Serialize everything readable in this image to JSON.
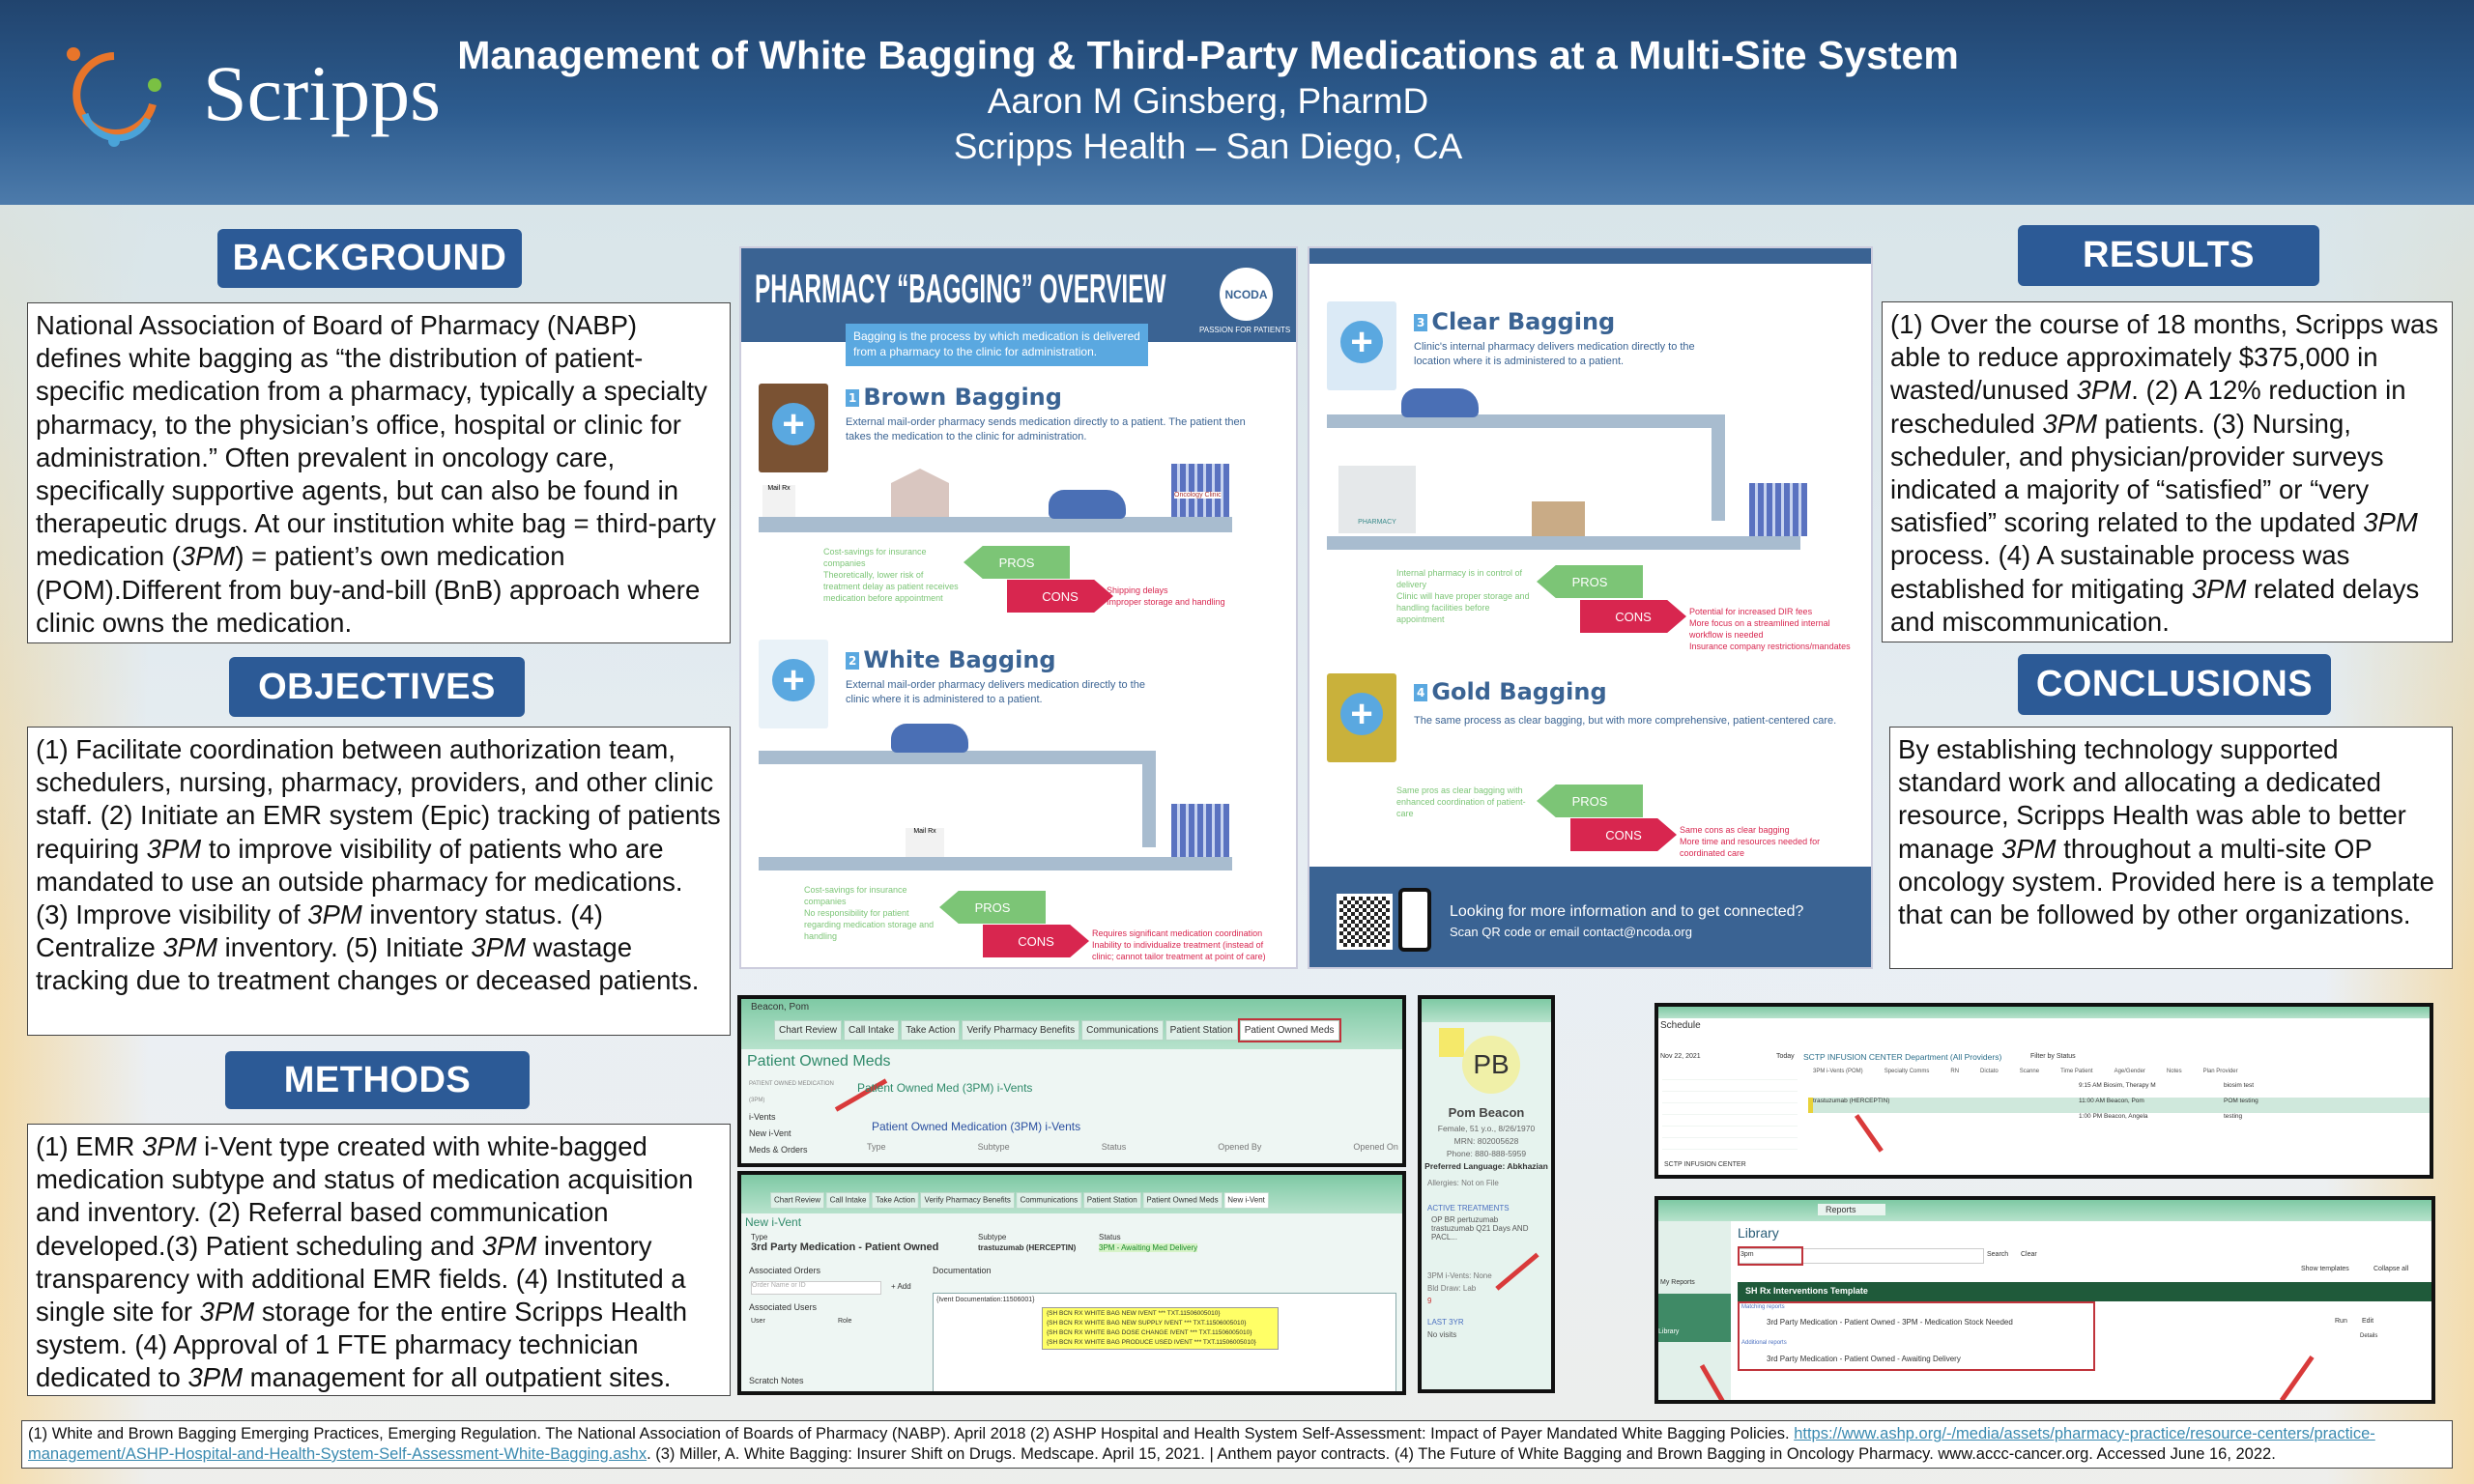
{
  "header": {
    "title": "Management of White Bagging & Third-Party Medications at a Multi-Site System",
    "author": "Aaron M Ginsberg, PharmD",
    "institution": "Scripps Health – San Diego, CA",
    "logo_text": "Scripps"
  },
  "background": {
    "heading": "BACKGROUND",
    "body": "National Association of Board of Pharmacy (NABP) defines white bagging as “the distribution of patient-specific medication from a pharmacy, typically a specialty pharmacy, to the physician’s office, hospital or clinic for administration.” Often prevalent in oncology care, specifically supportive agents, but can also be found in therapeutic drugs. At our institution white bag = third-party medication (3PM) = patient’s own medication (POM).Different from buy-and-bill (BnB) approach where clinic owns the medication."
  },
  "objectives": {
    "heading": "OBJECTIVES",
    "body": "(1) Facilitate coordination between authorization team, schedulers, nursing, pharmacy, providers, and other clinic staff. (2) Initiate an EMR system (Epic) tracking of patients requiring 3PM to improve visibility of patients who are mandated to use an outside pharmacy for medications. (3) Improve visibility of 3PM inventory status. (4) Centralize 3PM inventory. (5) Initiate 3PM wastage tracking due to treatment changes or deceased patients."
  },
  "methods": {
    "heading": "METHODS",
    "body": "(1) EMR 3PM i-Vent type created with white-bagged medication subtype and status of medication acquisition and inventory. (2) Referral based communication developed.(3) Patient scheduling and 3PM inventory transparency with additional EMR fields. (4) Instituted a single site for 3PM storage for the entire Scripps Health system. (4) Approval of 1 FTE pharmacy technician dedicated to 3PM management for all outpatient sites."
  },
  "results": {
    "heading": "RESULTS",
    "body": "(1) Over the course of 18 months, Scripps was able to reduce approximately $375,000 in wasted/unused 3PM. (2) A 12% reduction in rescheduled 3PM patients. (3) Nursing, scheduler, and physician/provider surveys indicated a majority of “satisfied” or “very satisfied” scoring related to the updated 3PM process. (4) A sustainable process was established for mitigating 3PM related delays and miscommunication."
  },
  "conclusions": {
    "heading": "CONCLUSIONS",
    "body": "By establishing technology supported standard work and allocating a dedicated resource, Scripps Health was able to better manage 3PM throughout a multi-site OP oncology system. Provided here is a template that can be followed by other organizations."
  },
  "infographic": {
    "title": "PHARMACY “BAGGING” OVERVIEW",
    "badge": "NCODA",
    "badge_tagline": "PASSION FOR PATIENTS",
    "intro": "Bagging is the process by which medication is delivered from a pharmacy to the clinic for administration.",
    "pros_label": "PROS",
    "cons_label": "CONS",
    "mail_label": "Mail Rx",
    "clinic_label": "Oncology Clinic",
    "pharmacy_label": "PHARMACY",
    "sections": [
      {
        "num": "1",
        "name": "Brown Bagging",
        "desc": "External mail-order pharmacy sends medication directly to a patient. The patient then takes the medication to the clinic for administration.",
        "pros": [
          "Cost-savings for insurance companies",
          "Theoretically, lower risk of treatment delay as patient receives medication before appointment"
        ],
        "cons": [
          "Shipping delays",
          "Improper storage and handling"
        ]
      },
      {
        "num": "2",
        "name": "White Bagging",
        "desc": "External mail-order pharmacy delivers medication directly to the clinic where it is administered to a patient.",
        "pros": [
          "Cost-savings for insurance companies",
          "No responsibility for patient regarding medication storage and handling"
        ],
        "cons": [
          "Requires significant medication coordination",
          "Inability to individualize treatment (instead of clinic; cannot tailor treatment at point of care)"
        ]
      },
      {
        "num": "3",
        "name": "Clear Bagging",
        "desc": "Clinic's internal pharmacy delivers medication directly to the location where it is administered to a patient.",
        "pros": [
          "Internal pharmacy is in control of delivery",
          "Clinic will have proper storage and handling facilities before appointment"
        ],
        "cons": [
          "Potential for increased DIR fees",
          "More focus on a streamlined internal workflow is needed",
          "Insurance company restrictions/mandates"
        ]
      },
      {
        "num": "4",
        "name": "Gold Bagging",
        "desc": "The same process as clear bagging, but with more comprehensive, patient-centered care.",
        "pros": [
          "Same pros as clear bagging with enhanced coordination of patient-care"
        ],
        "cons": [
          "Same cons as clear bagging",
          "More time and resources needed for coordinated care"
        ]
      }
    ],
    "footer_q": "Looking for more information and to get connected?",
    "footer_a": "Scan QR code or email contact@ncoda.org"
  },
  "screens": {
    "patient_tab": "Beacon, Pom",
    "tabs": [
      "Chart Review",
      "Call Intake",
      "Take Action",
      "Verify Pharmacy Benefits",
      "Communications",
      "Patient Station",
      "Patient Owned Meds"
    ],
    "pom_title": "Patient Owned Meds",
    "pom_side": [
      "PATIENT OWNED MEDICATION (3PM)",
      "i-Vents",
      "New i-Vent",
      "Meds & Orders"
    ],
    "pom_h1": "Patient Owned Med (3PM) i-Vents",
    "pom_h2": "Patient Owned Medication (3PM) i-Vents",
    "pom_cols": [
      "Type",
      "Subtype",
      "Status",
      "Opened By",
      "Opened On"
    ],
    "ivent_tab": "New i-Vent",
    "ivent_title": "New i-Vent",
    "type_label": "Type",
    "type_value": "3rd Party Medication - Patient Owned",
    "subtype_label": "Subtype",
    "subtype_value": "trastuzumab (HERCEPTIN)",
    "status_label": "Status",
    "status_value": "3PM - Awaiting Med Delivery",
    "assoc_orders": "Associated Orders",
    "order_placeholder": "Order Name or ID",
    "add": "+ Add",
    "assoc_users": "Associated Users",
    "user": "User",
    "role": "Role",
    "scratch": "Scratch Notes",
    "documentation": "Documentation",
    "doc_text": "{Ivent Documentation:11506001}",
    "smartlist": [
      "{SH BCN RX WHITE BAG NEW IVENT *** TXT.11506005010}",
      "{SH BCN RX WHITE BAG NEW SUPPLY IVENT *** TXT.11506005010}",
      "{SH BCN RX WHITE BAG DOSE CHANGE IVENT *** TXT.11506005010}",
      "{SH BCN RX WHITE BAG PRODUCE USED IVENT *** TXT.11506005010}"
    ],
    "avatar": "PB",
    "name": "Pom Beacon",
    "demo": "Female, 51 y.o., 8/26/1970",
    "mrn": "MRN: 802005628",
    "phone": "Phone: 880-888-5959",
    "lang": "Preferred Language: Abkhazian",
    "allergies": "Allergies: Not on File",
    "active": "ACTIVE TREATMENTS",
    "treatment": "OP BR pertuzumab trastuzumab Q21 Days AND PACL...",
    "ivents": "3PM i-Vents: None",
    "bld": "Bld Draw: Lab",
    "badge_count": "9",
    "last": "LAST 3YR",
    "visits": "No visits",
    "schedule": "Schedule",
    "sched_date": "Nov 22, 2021",
    "today": "Today",
    "dept": "SCTP INFUSION CENTER Department (All Providers)",
    "filter": "Filter by Status",
    "sched_cols": [
      "3PM i-Vents (POM)",
      "Specialty Comms",
      "RN",
      "Dictato",
      "Scanne",
      "Time Patient",
      "Age/Gender",
      "Notes",
      "Plan Provider"
    ],
    "sched_rows": [
      [
        "",
        "9:15 AM Biosim, Therapy M",
        "biosim test"
      ],
      [
        "trastuzumab (HERCEPTIN)",
        "11:00 AM Beacon, Pom",
        "POM testing"
      ],
      [
        "",
        "1:00 PM Beacon, Angela",
        "testing"
      ]
    ],
    "dept_field": "SCTP INFUSION CENTER",
    "reports_tab": "Reports",
    "library": "Library",
    "search_value": "3pm",
    "search_btn": "Search",
    "clear_btn": "Clear",
    "show_templates": "Show templates",
    "collapse": "Collapse all",
    "my_reports": "My Reports",
    "library_nav": "Library",
    "template": "SH Rx Interventions Template",
    "matching": "Matching reports",
    "report1": "3rd Party Medication - Patient Owned - 3PM - Medication Stock Needed",
    "additional": "Additional reports",
    "report2": "3rd Party Medication - Patient Owned - Awaiting Delivery",
    "run": "Run",
    "edit": "Edit",
    "details": "Details"
  },
  "references": {
    "text1": "(1) White and Brown Bagging Emerging Practices, Emerging Regulation. The National Association of Boards of Pharmacy (NABP). April 2018 (2)  ASHP Hospital and Health System Self-Assessment: Impact of Payer Mandated White Bagging Policies. ",
    "link": "https://www.ashp.org/-/media/assets/pharmacy-practice/resource-centers/practice-management/ASHP-Hospital-and-Health-System-Self-Assessment-White-Bagging.ashx",
    "text2": ". (3) Miller, A. White Bagging: Insurer Shift on Drugs. Medscape. April 15, 2021. | Anthem payor contracts. (4) The Future of White Bagging and Brown Bagging in Oncology Pharmacy. www.accc-cancer.org. Accessed June 16, 2022."
  },
  "colors": {
    "header": "#2d5c8f",
    "pill": "#2c5a96",
    "pros": "#7cc576",
    "cons": "#d8264f"
  }
}
